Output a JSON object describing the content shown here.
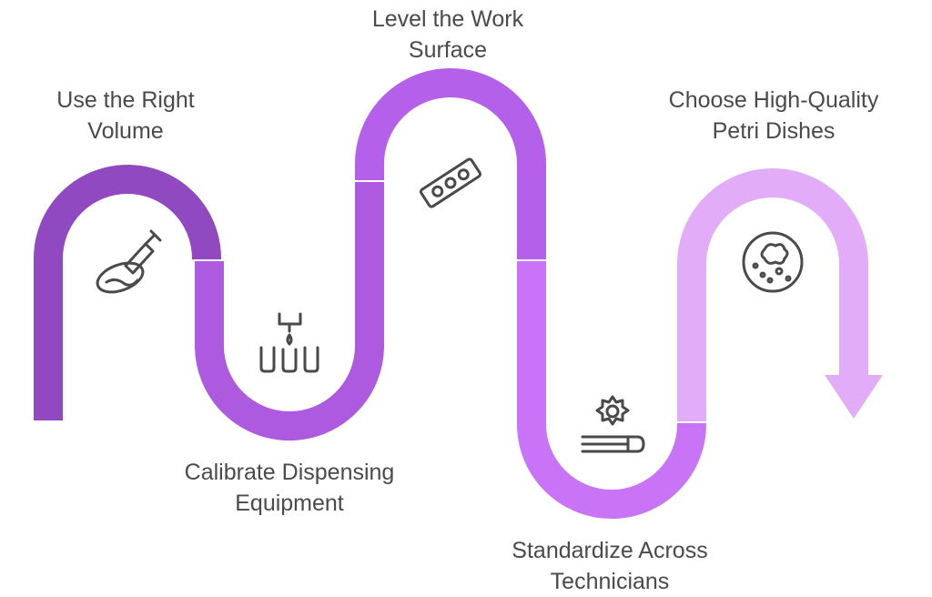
{
  "steps": [
    {
      "label": "Use the Right\nVolume",
      "icon": "syringe-dish-icon",
      "color": "#9049c0"
    },
    {
      "label": "Calibrate Dispensing\nEquipment",
      "icon": "dispenser-tubes-icon",
      "color": "#ad59e0"
    },
    {
      "label": "Level the Work\nSurface",
      "icon": "spirit-level-icon",
      "color": "#b560eb"
    },
    {
      "label": "Standardize Across\nTechnicians",
      "icon": "gear-test-tube-icon",
      "color": "#c974f7"
    },
    {
      "label": "Choose High-Quality\nPetri Dishes",
      "icon": "petri-dish-icon",
      "color": "#e3acf8"
    }
  ]
}
